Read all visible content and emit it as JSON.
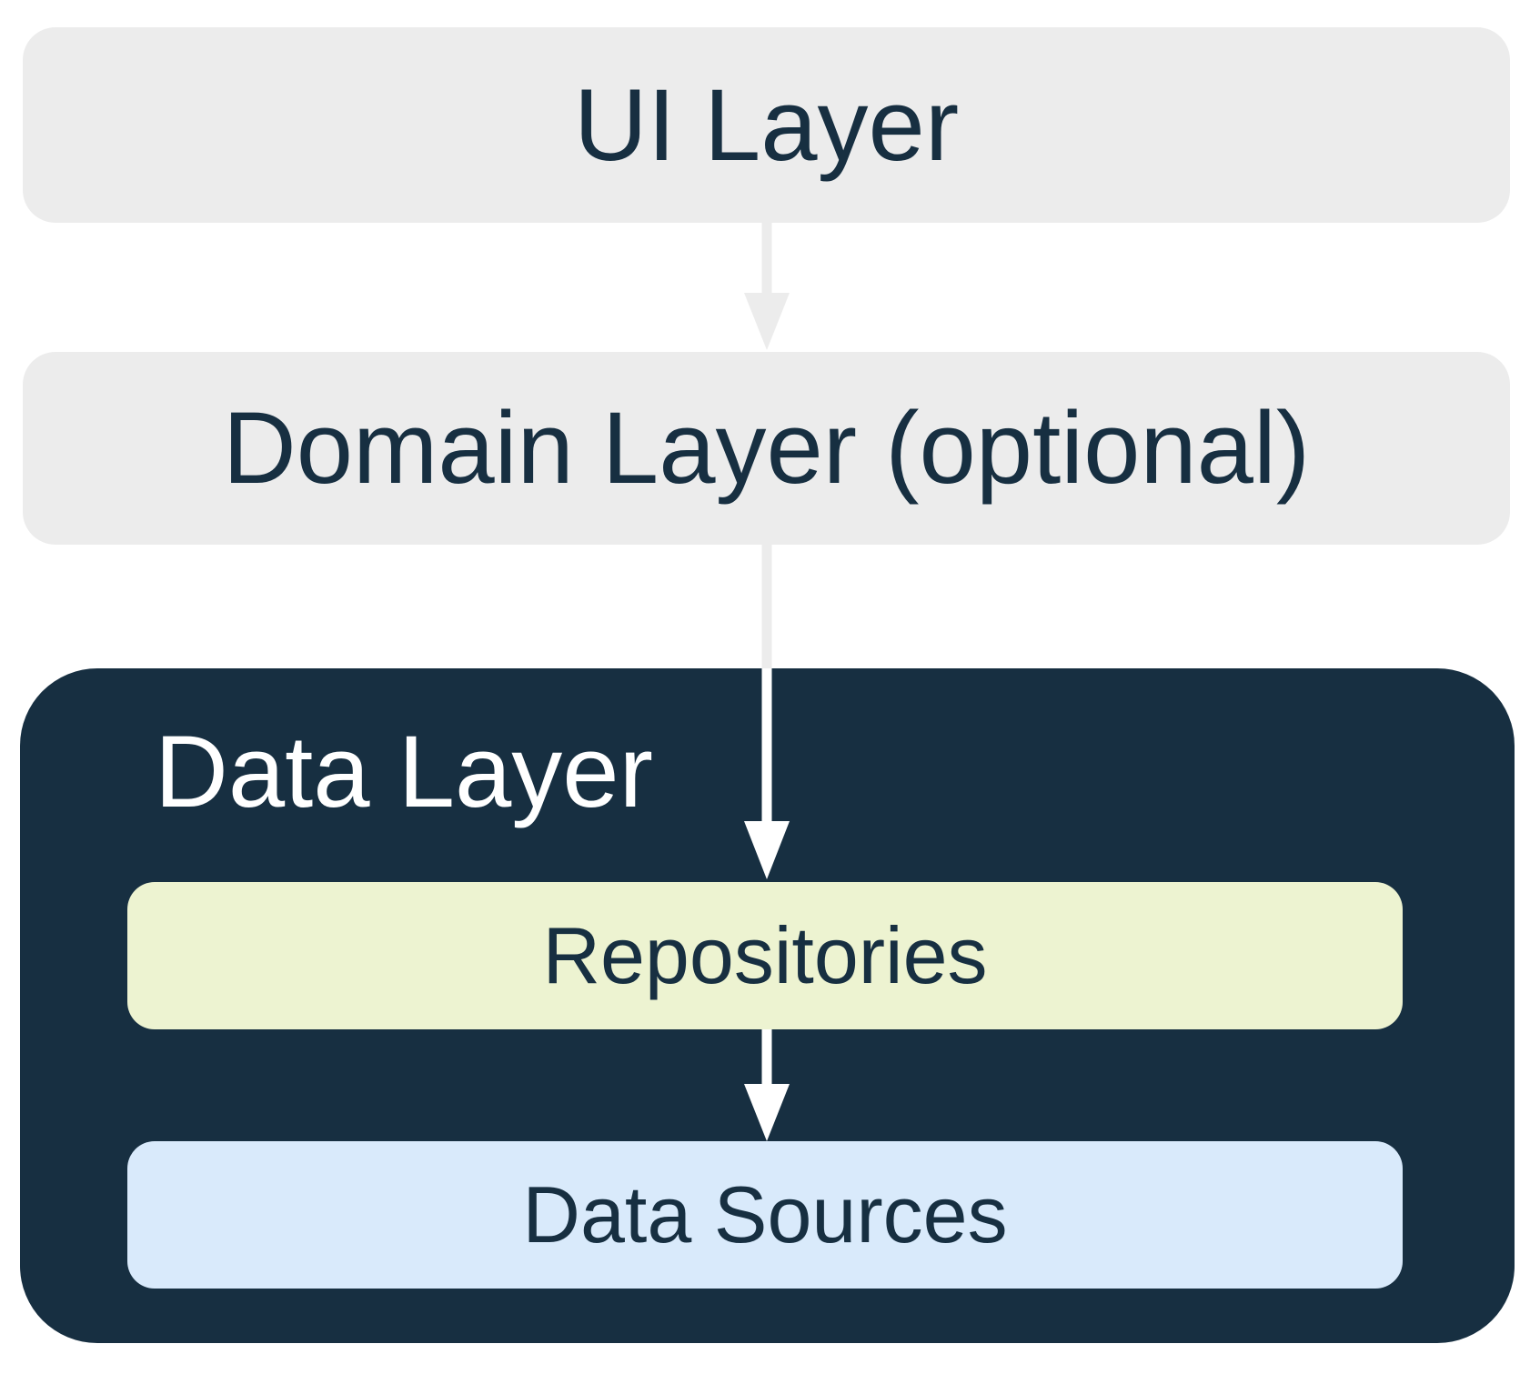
{
  "palette": {
    "background": "#ffffff",
    "light_gray": "#ececec",
    "navy": "#172f41",
    "white": "#ffffff",
    "repositories_green": "#edf3d1",
    "data_sources_blue": "#d9eafb"
  },
  "diagram": {
    "ui_layer": {
      "label": "UI Layer"
    },
    "domain_layer": {
      "label": "Domain Layer (optional)"
    },
    "data_layer": {
      "label": "Data Layer",
      "repositories": {
        "label": "Repositories"
      },
      "data_sources": {
        "label": "Data Sources"
      }
    },
    "edges": [
      {
        "from": "UI Layer",
        "to": "Domain Layer (optional)"
      },
      {
        "from": "Domain Layer (optional)",
        "to": "Repositories"
      },
      {
        "from": "Repositories",
        "to": "Data Sources"
      }
    ]
  }
}
